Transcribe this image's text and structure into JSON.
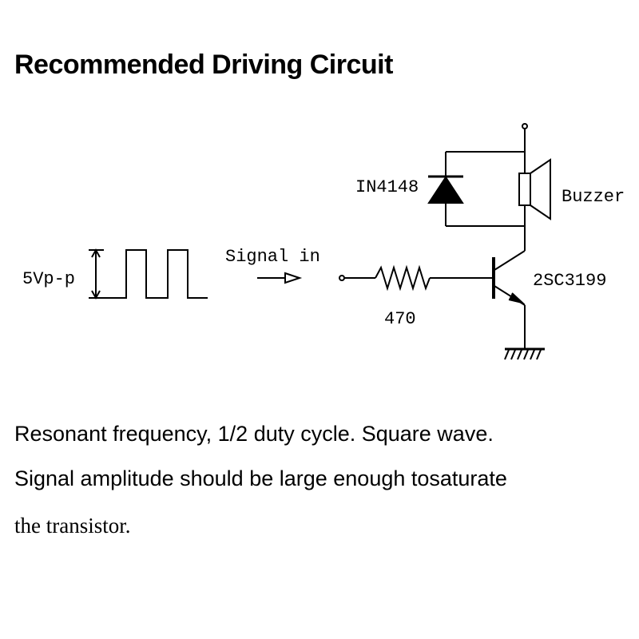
{
  "title": "Recommended Driving Circuit",
  "circuit": {
    "amplitude_label": "5Vp-p",
    "signal_label": "Signal in",
    "diode_label": "IN4148",
    "buzzer_label": "Buzzer",
    "transistor_label": "2SC3199",
    "resistor_label": "470"
  },
  "description": {
    "line1": "Resonant frequency, 1/2 duty cycle. Square wave.",
    "line2": "Signal amplitude should be large enough tosaturate",
    "line3": "the transistor."
  }
}
